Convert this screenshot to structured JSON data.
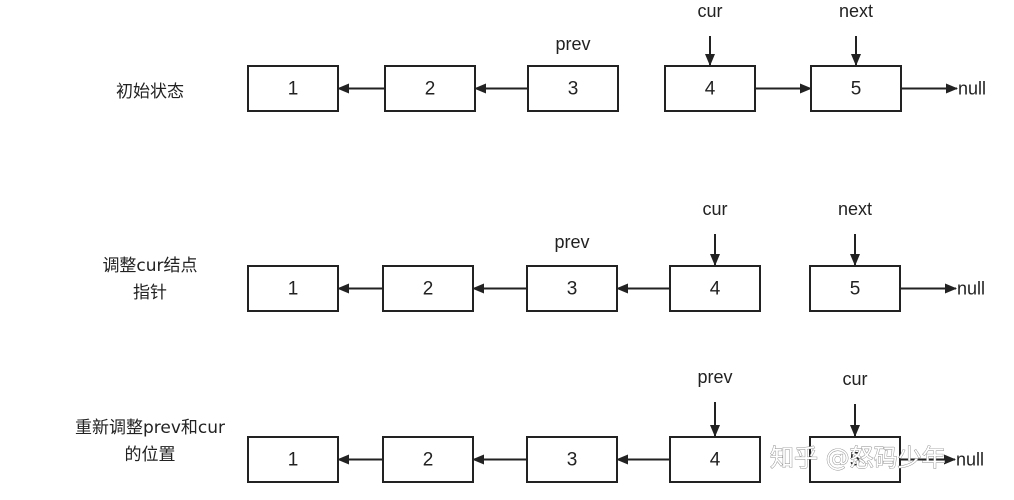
{
  "rows": [
    {
      "label": [
        "初始状态"
      ],
      "nodes": [
        "1",
        "2",
        "3",
        "4",
        "5"
      ],
      "null_label": "null",
      "pointers": [
        {
          "name": "prev",
          "node": 3,
          "arrow": false
        },
        {
          "name": "cur",
          "node": 4,
          "arrow": true
        },
        {
          "name": "next",
          "node": 5,
          "arrow": true
        }
      ],
      "links": [
        {
          "from": 2,
          "to": 1
        },
        {
          "from": 3,
          "to": 2
        },
        {
          "from": 4,
          "to": 5
        },
        {
          "from": 5,
          "to": "null"
        }
      ]
    },
    {
      "label": [
        "调整cur结点",
        "指针"
      ],
      "nodes": [
        "1",
        "2",
        "3",
        "4",
        "5"
      ],
      "null_label": "null",
      "pointers": [
        {
          "name": "prev",
          "node": 3,
          "arrow": false
        },
        {
          "name": "cur",
          "node": 4,
          "arrow": true
        },
        {
          "name": "next",
          "node": 5,
          "arrow": true
        }
      ],
      "links": [
        {
          "from": 2,
          "to": 1
        },
        {
          "from": 3,
          "to": 2
        },
        {
          "from": 4,
          "to": 3
        },
        {
          "from": 5,
          "to": "null"
        }
      ]
    },
    {
      "label": [
        "重新调整prev和cur",
        "的位置"
      ],
      "nodes": [
        "1",
        "2",
        "3",
        "4",
        "5"
      ],
      "null_label": "null",
      "pointers": [
        {
          "name": "prev",
          "node": 4,
          "arrow": true
        },
        {
          "name": "cur",
          "node": 5,
          "arrow": true
        }
      ],
      "links": [
        {
          "from": 2,
          "to": 1
        },
        {
          "from": 3,
          "to": 2
        },
        {
          "from": 4,
          "to": 3
        },
        {
          "from": 5,
          "to": "null"
        }
      ]
    }
  ],
  "watermark": "知乎 @怒码少年",
  "colors": {
    "stroke": "#222222",
    "text": "#222222",
    "background": "#ffffff"
  }
}
